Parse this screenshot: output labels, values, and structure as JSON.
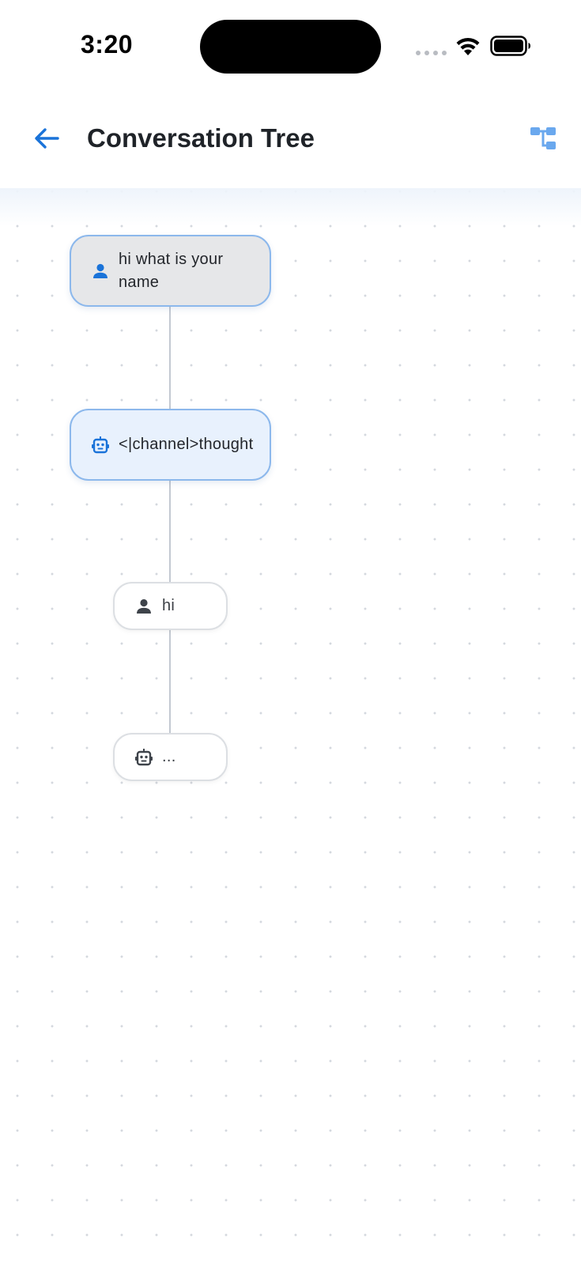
{
  "status_bar": {
    "time": "3:20"
  },
  "header": {
    "title": "Conversation Tree",
    "back_icon": "arrow-left-icon",
    "tree_icon": "account-tree-icon"
  },
  "nodes": [
    {
      "role": "user",
      "icon": "person-icon",
      "text": "hi what is your name",
      "state": "selected"
    },
    {
      "role": "assistant",
      "icon": "robot-icon",
      "text": "<|channel>thought",
      "state": "active-path"
    },
    {
      "role": "user",
      "icon": "person-icon",
      "text": "hi",
      "state": "default"
    },
    {
      "role": "assistant",
      "icon": "robot-icon",
      "text": "...",
      "state": "default"
    }
  ],
  "colors": {
    "accent": "#1a73d9",
    "selected_node_bg": "#e6e7e9",
    "active_node_bg": "#e8f1fd",
    "node_border_active": "#8cb8ec",
    "connector": "#c3c9d2"
  }
}
